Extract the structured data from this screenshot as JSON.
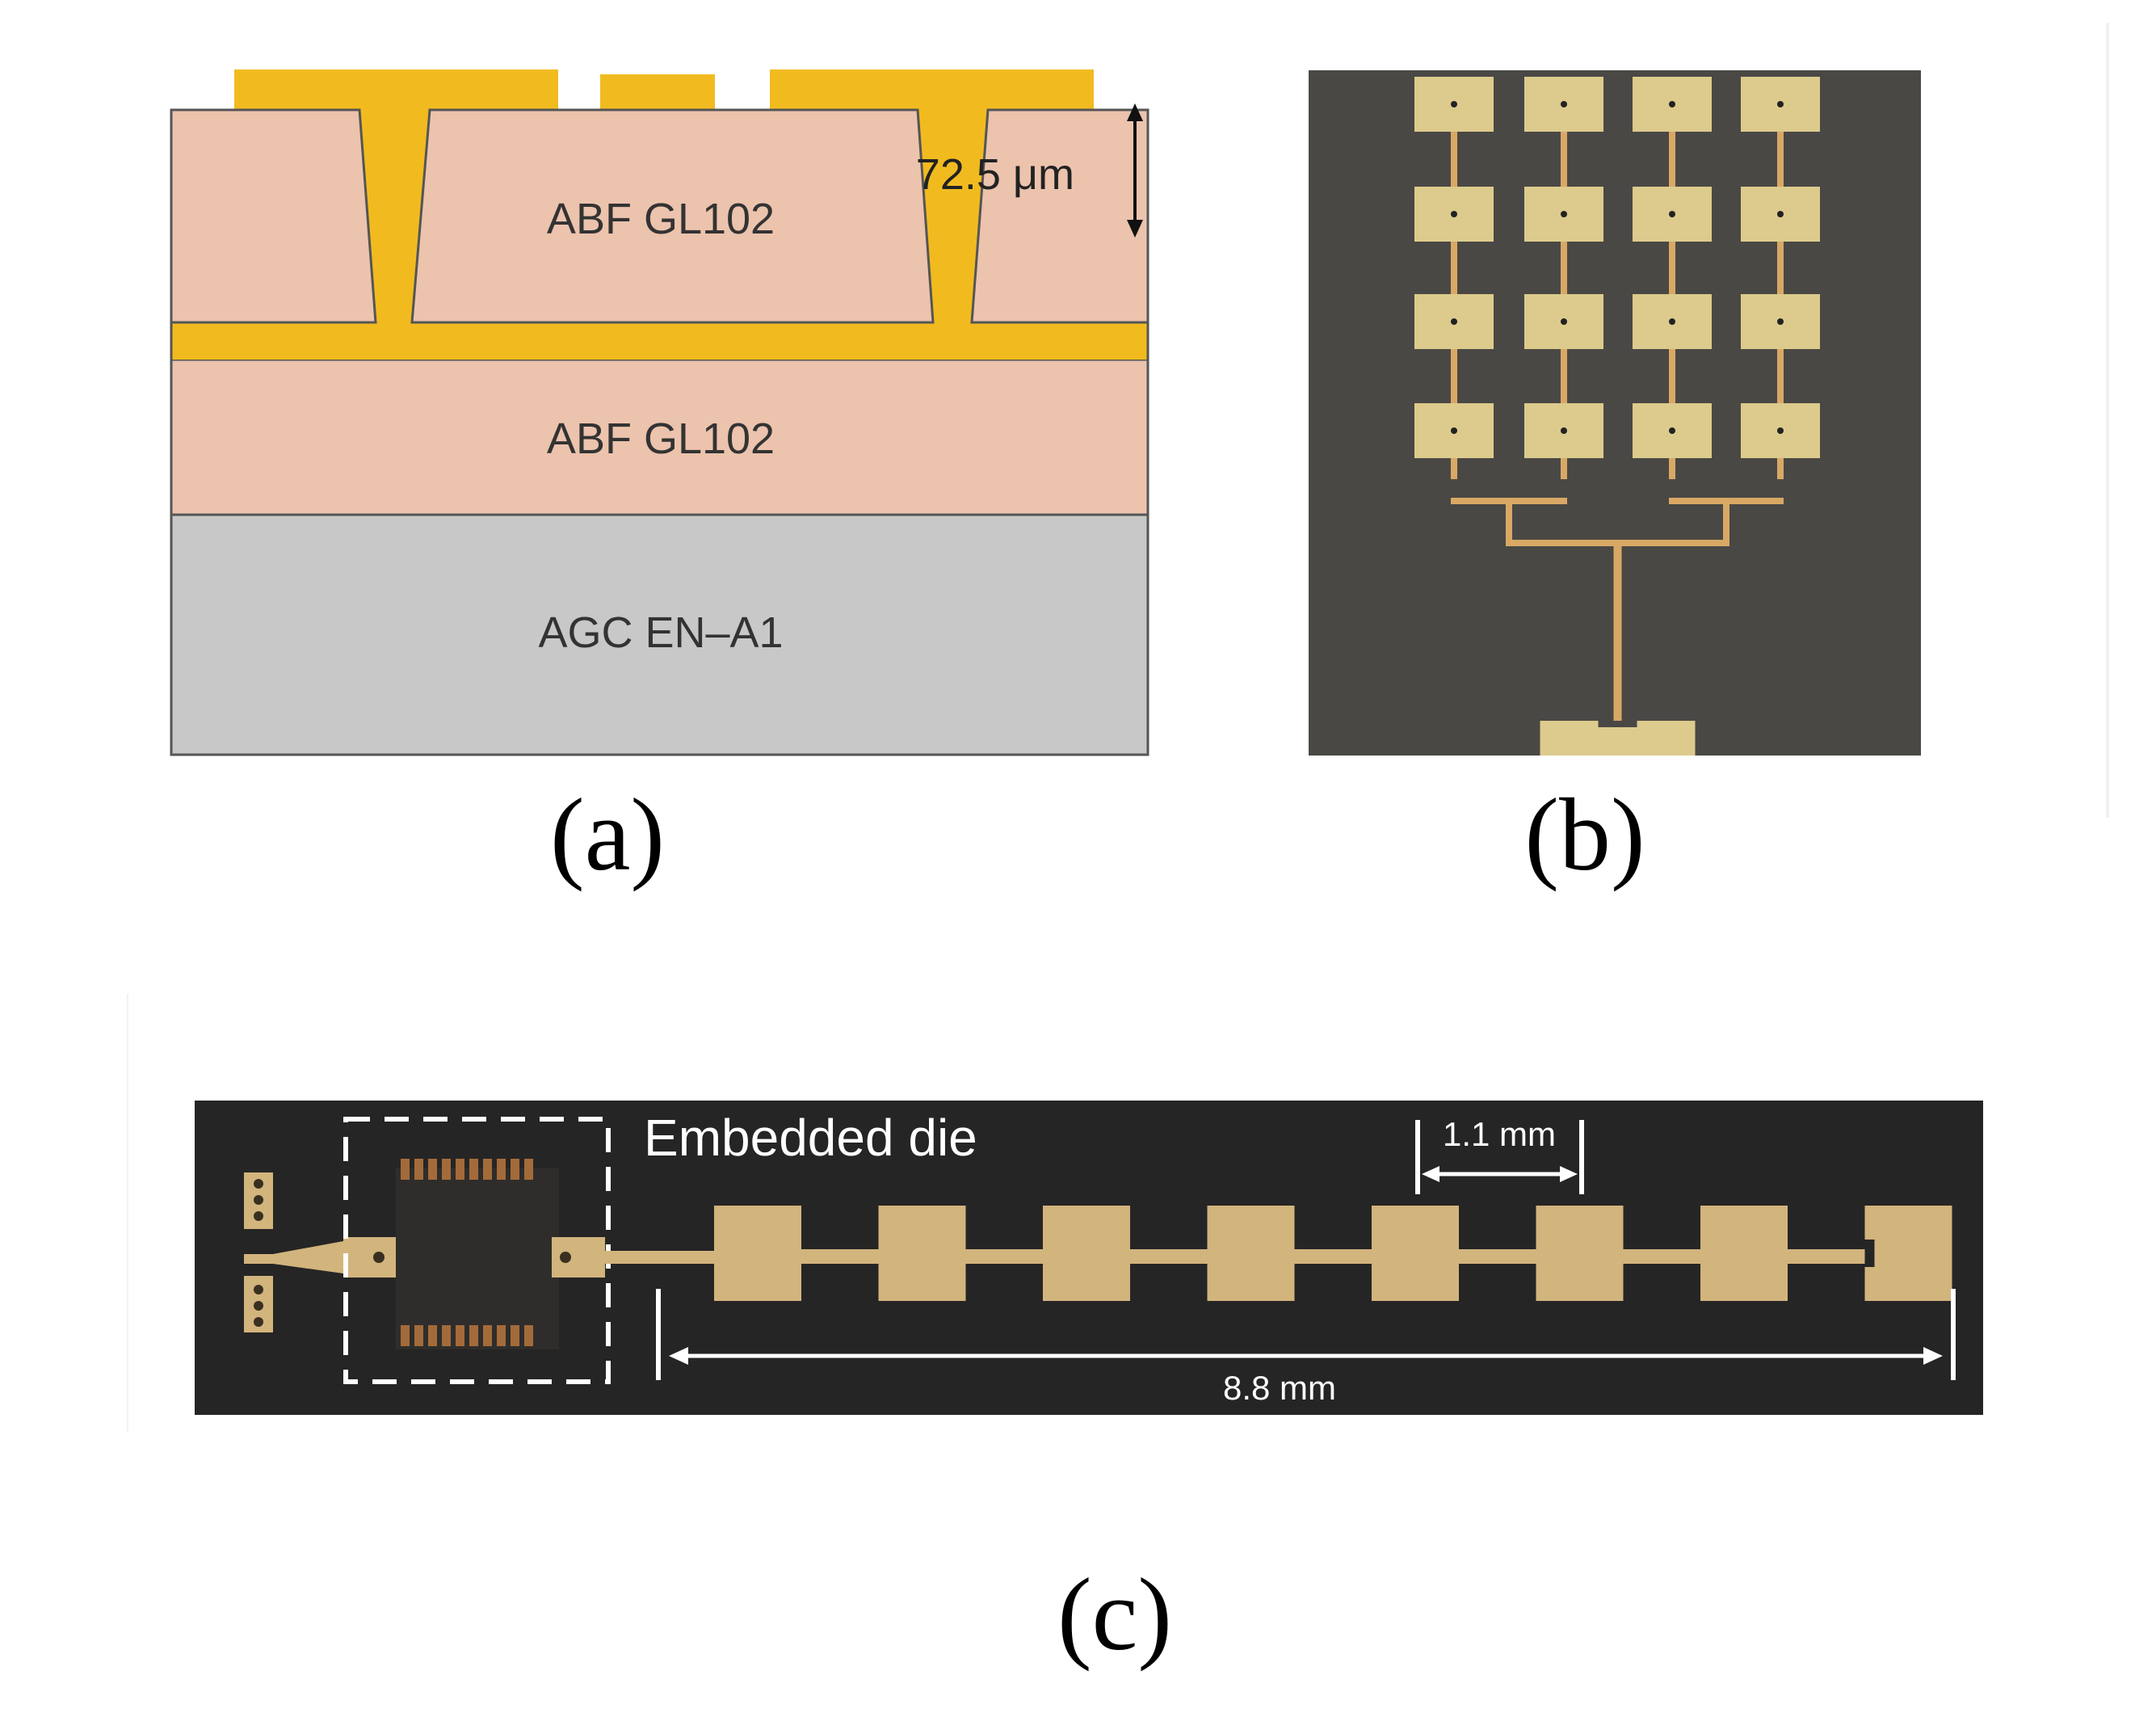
{
  "colors": {
    "copper": "#f1bb1f",
    "abf": "#ecc3ad",
    "glass": "#c8c8c8",
    "substrate_photo": "#4a4845",
    "pad_gold": "#dccb8c",
    "chip_background": "#262525",
    "chip_gold": "#d2b47d",
    "outline": "#555555"
  },
  "panel_a": {
    "label": "(a)",
    "layer_top": "ABF GL102",
    "layer_middle": "ABF GL102",
    "layer_bottom": "AGC EN–A1",
    "thickness_label": "72.5 μm"
  },
  "panel_b": {
    "label": "(b)",
    "array_rows": 4,
    "array_columns": 4
  },
  "panel_c": {
    "label": "(c)",
    "die_label": "Embedded die",
    "patch_spacing_label": "1.1 mm",
    "array_length_label": "8.8 mm",
    "patch_count": 8
  }
}
